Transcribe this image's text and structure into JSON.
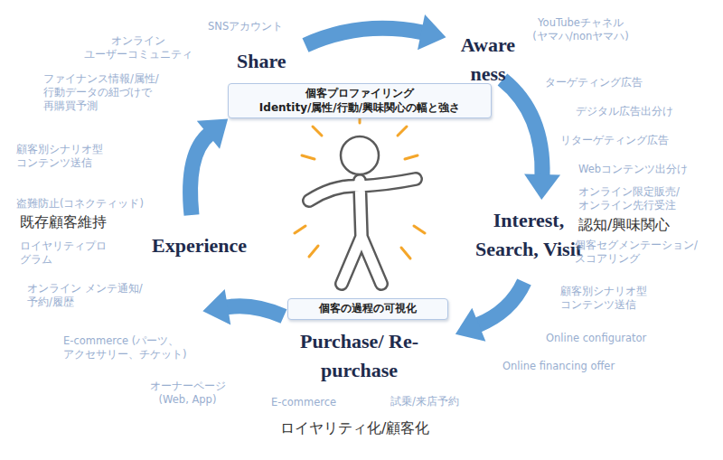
{
  "diagram": {
    "nodes": [
      {
        "text": [
          "個客プロファイリング",
          "Identity/属性/行動/興味関心の幅と強さ"
        ]
      },
      {
        "text": [
          "個客の過程の可視化"
        ]
      }
    ],
    "labels": [
      "SNSアカウント",
      "Share",
      "Aware ness",
      "YouTubeチャネル (ヤマハ/nonヤマハ)",
      "オンライン ユーザーコミュニティ",
      "ファイナンス情報/属性/ 行動データの紐づけで 再購買予測",
      "ターゲティング広告",
      "デジタル広告出分け",
      "顧客別シナリオ型 コンテンツ送信",
      "リターゲティング広告",
      "Webコンテンツ出分け",
      "盗難防止(コネクティッド)",
      "既存顧客維持",
      "オンライン限定販売/ オンライン先行受注",
      "ロイヤリティプロ グラム",
      "Experience",
      "Interest, Search, Visit",
      "認知/興味関心",
      "個客セグメンテーション/ スコアリング",
      "オンライン メンテ通知/予約/履歴",
      "顧客別シナリオ型 コンテンツ送信",
      "Purchase/ Re-purchase",
      "Online configurator",
      "E-commerce (パーツ、アクセサリー、チケット)",
      "Online financing offer",
      "オーナーページ (Web, App)",
      "E-commerce",
      "試乗/来店予約",
      "ロイヤリティ化/顧客化"
    ]
  }
}
